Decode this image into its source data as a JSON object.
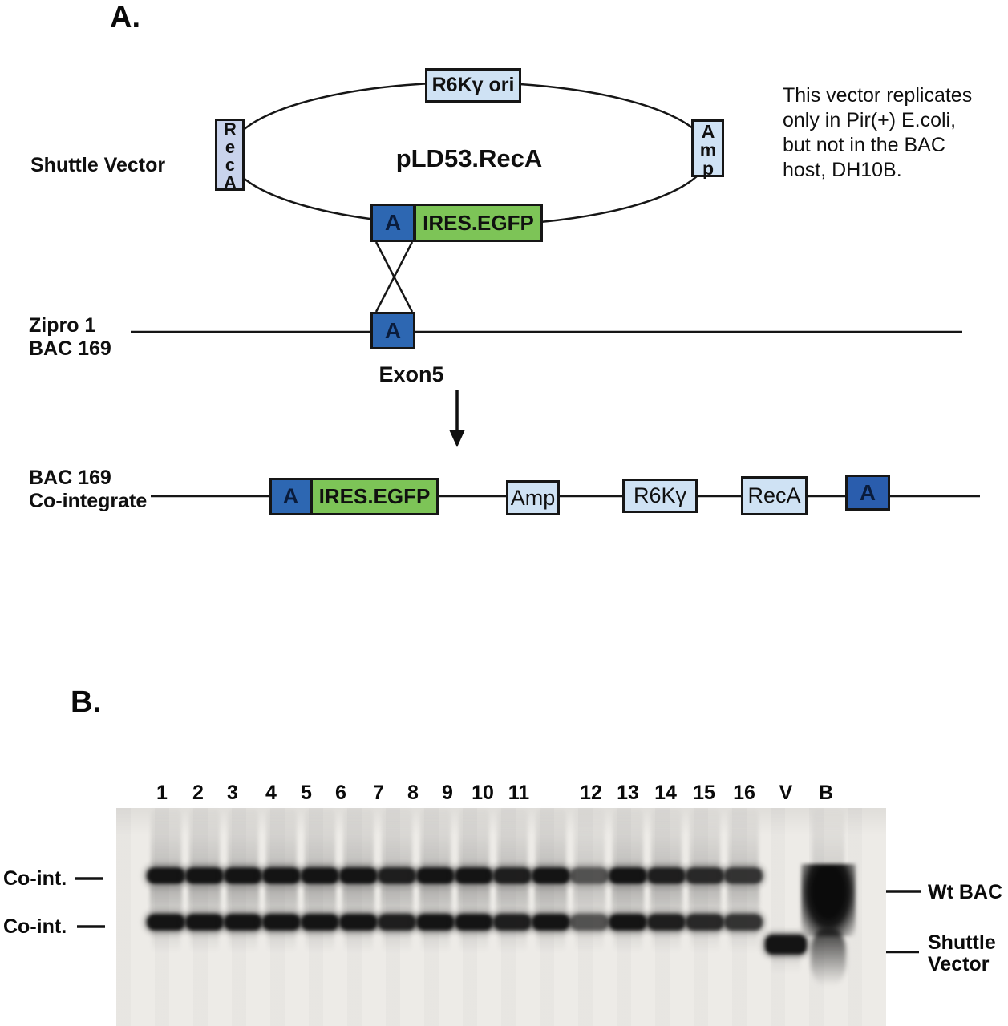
{
  "panel_a": {
    "label": "A.",
    "shuttle_vector_label": "Shuttle Vector",
    "plasmid_name": "pLD53.RecA",
    "boxes": {
      "r6k_ori": "R6Kγ ori",
      "reca_vertical": "RecA",
      "amp_vertical": "Amp",
      "homology_a": "A",
      "ires_egfp": "IRES.EGFP"
    },
    "note_lines": [
      "This vector replicates",
      "only in Pir(+) E.coli,",
      "but not in the BAC",
      "host, DH10B."
    ],
    "bac_label_line1": "Zipro 1",
    "bac_label_line2": "BAC 169",
    "exon_label": "Exon5",
    "cointegrate_label_line1": "BAC 169",
    "cointegrate_label_line2": "Co-integrate",
    "cointegrate_boxes": {
      "a1": "A",
      "ires_egfp": "IRES.EGFP",
      "amp": "Amp",
      "r6k": "R6Kγ",
      "reca": "RecA",
      "a2": "A"
    }
  },
  "panel_b": {
    "label": "B.",
    "left_markers": [
      {
        "label": "Co-int."
      },
      {
        "label": "Co-int."
      }
    ],
    "right_markers": {
      "wt_bac": "Wt BAC",
      "shuttle_line1": "Shuttle",
      "shuttle_line2": "Vector"
    }
  },
  "gel": {
    "lanes": [
      {
        "label": "1",
        "pattern": "double",
        "intensity": 1
      },
      {
        "label": "2",
        "pattern": "double",
        "intensity": 1
      },
      {
        "label": "3",
        "pattern": "double",
        "intensity": 1
      },
      {
        "label": "4",
        "pattern": "double",
        "intensity": 1
      },
      {
        "label": "5",
        "pattern": "double",
        "intensity": 1
      },
      {
        "label": "6",
        "pattern": "double",
        "intensity": 1
      },
      {
        "label": "7",
        "pattern": "double",
        "intensity": 0.95
      },
      {
        "label": "8",
        "pattern": "double",
        "intensity": 1
      },
      {
        "label": "9",
        "pattern": "double",
        "intensity": 1
      },
      {
        "label": "10",
        "pattern": "double",
        "intensity": 0.95
      },
      {
        "label": "11",
        "pattern": "double",
        "intensity": 1
      },
      {
        "label": "12",
        "pattern": "double",
        "intensity": 0.7
      },
      {
        "label": "13",
        "pattern": "double",
        "intensity": 1
      },
      {
        "label": "14",
        "pattern": "double",
        "intensity": 0.95
      },
      {
        "label": "15",
        "pattern": "double",
        "intensity": 0.9
      },
      {
        "label": "16",
        "pattern": "double",
        "intensity": 0.85
      },
      {
        "label": "V",
        "pattern": "shuttle_vector_band",
        "intensity": 1
      },
      {
        "label": "B",
        "pattern": "wt_bac_blob",
        "intensity": 1
      }
    ]
  },
  "colors": {
    "light_blue_box": "#cfe2f4",
    "lavender_box": "#c9d3ec",
    "dark_blue_box": "#2d67b2",
    "dark_blue_box_2": "#2a5dad",
    "green_box": "#7dc457",
    "line": "#161616",
    "gel_background": "#edebe7",
    "band": "#141414"
  }
}
